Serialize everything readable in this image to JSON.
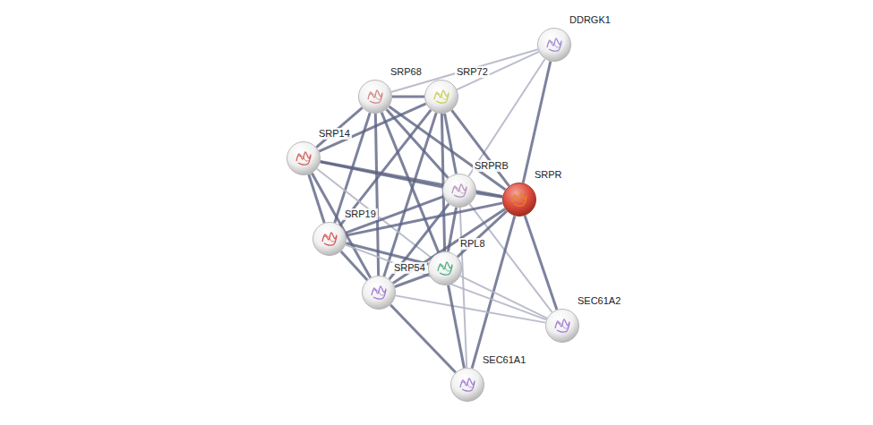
{
  "diagram": {
    "nodes": [
      {
        "text": [
          "DDRGK1"
        ]
      },
      {
        "text": [
          "SRP68"
        ]
      },
      {
        "text": [
          "SRP72"
        ]
      },
      {
        "text": [
          "SRP14"
        ]
      },
      {
        "text": [
          "SRPRB"
        ]
      },
      {
        "text": [
          "SRPR"
        ]
      },
      {
        "text": [
          "SRP19"
        ]
      },
      {
        "text": [
          "RPL8"
        ]
      },
      {
        "text": [
          "SRP54"
        ]
      },
      {
        "text": [
          "SEC61A2"
        ]
      },
      {
        "text": [
          "SEC61A1"
        ]
      }
    ],
    "edges": [
      {
        "from": 0,
        "to": 1,
        "arrow": "none"
      },
      {
        "from": 0,
        "to": 2,
        "arrow": "none"
      },
      {
        "from": 0,
        "to": 4,
        "arrow": "none"
      },
      {
        "from": 0,
        "to": 5,
        "arrow": "none"
      },
      {
        "from": 1,
        "to": 2,
        "arrow": "none"
      },
      {
        "from": 1,
        "to": 3,
        "arrow": "none"
      },
      {
        "from": 1,
        "to": 4,
        "arrow": "none"
      },
      {
        "from": 1,
        "to": 5,
        "arrow": "none"
      },
      {
        "from": 1,
        "to": 6,
        "arrow": "none"
      },
      {
        "from": 1,
        "to": 8,
        "arrow": "none"
      },
      {
        "from": 1,
        "to": 7,
        "arrow": "none"
      },
      {
        "from": 2,
        "to": 3,
        "arrow": "none"
      },
      {
        "from": 2,
        "to": 4,
        "arrow": "none"
      },
      {
        "from": 2,
        "to": 5,
        "arrow": "none"
      },
      {
        "from": 2,
        "to": 6,
        "arrow": "none"
      },
      {
        "from": 2,
        "to": 8,
        "arrow": "none"
      },
      {
        "from": 2,
        "to": 7,
        "arrow": "none"
      },
      {
        "from": 3,
        "to": 4,
        "arrow": "none"
      },
      {
        "from": 3,
        "to": 5,
        "arrow": "none"
      },
      {
        "from": 3,
        "to": 6,
        "arrow": "none"
      },
      {
        "from": 3,
        "to": 8,
        "arrow": "none"
      },
      {
        "from": 3,
        "to": 7,
        "arrow": "none"
      },
      {
        "from": 4,
        "to": 5,
        "arrow": "none"
      },
      {
        "from": 4,
        "to": 6,
        "arrow": "none"
      },
      {
        "from": 4,
        "to": 8,
        "arrow": "none"
      },
      {
        "from": 4,
        "to": 7,
        "arrow": "none"
      },
      {
        "from": 4,
        "to": 9,
        "arrow": "none"
      },
      {
        "from": 4,
        "to": 10,
        "arrow": "none"
      },
      {
        "from": 5,
        "to": 6,
        "arrow": "none"
      },
      {
        "from": 5,
        "to": 7,
        "arrow": "none"
      },
      {
        "from": 5,
        "to": 8,
        "arrow": "none"
      },
      {
        "from": 5,
        "to": 9,
        "arrow": "none"
      },
      {
        "from": 5,
        "to": 10,
        "arrow": "none"
      },
      {
        "from": 6,
        "to": 7,
        "arrow": "none"
      },
      {
        "from": 6,
        "to": 8,
        "arrow": "none"
      },
      {
        "from": 6,
        "to": 9,
        "arrow": "none"
      },
      {
        "from": 8,
        "to": 7,
        "arrow": "none"
      },
      {
        "from": 8,
        "to": 10,
        "arrow": "none"
      },
      {
        "from": 8,
        "to": 9,
        "arrow": "none"
      },
      {
        "from": 7,
        "to": 10,
        "arrow": "none"
      },
      {
        "from": 7,
        "to": 9,
        "arrow": "none"
      }
    ]
  }
}
